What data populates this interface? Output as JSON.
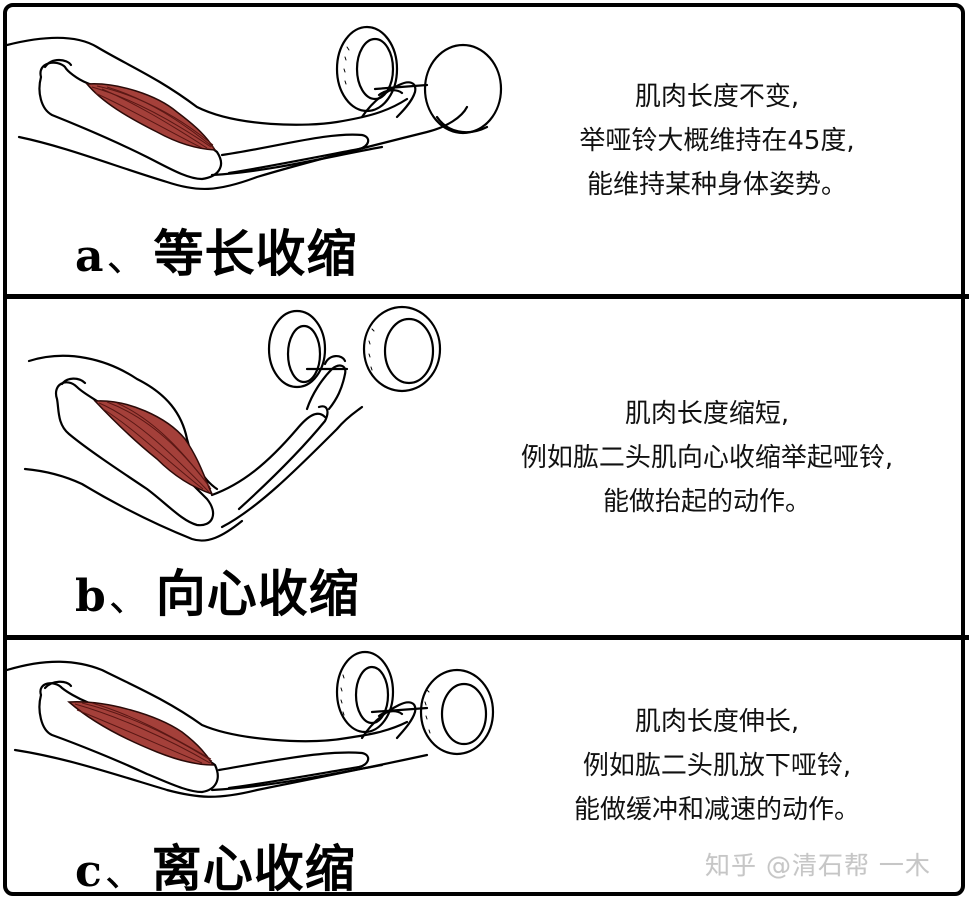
{
  "colors": {
    "border": "#000000",
    "background": "#ffffff",
    "muscle": "#a4403a",
    "muscle_fiber": "#5a1714",
    "watermark": "#c6c6c6"
  },
  "panels": [
    {
      "letter": "a",
      "separator": "、",
      "title": "等长收缩",
      "illustration": "arm-extended-holding-dumbbell-icon",
      "description": [
        "肌肉长度不变,",
        "举哑铃大概维持在45度,",
        "能维持某种身体姿势。"
      ]
    },
    {
      "letter": "b",
      "separator": "、",
      "title": "向心收缩",
      "illustration": "arm-curling-dumbbell-icon",
      "description": [
        "肌肉长度缩短,",
        "例如肱二头肌向心收缩举起哑铃,",
        "能做抬起的动作。"
      ]
    },
    {
      "letter": "c",
      "separator": "、",
      "title": "离心收缩",
      "illustration": "arm-lowering-dumbbell-icon",
      "description": [
        "肌肉长度伸长,",
        "例如肱二头肌放下哑铃,",
        "能做缓冲和减速的动作。"
      ]
    }
  ],
  "watermark": "知乎 @清石帮 一木"
}
